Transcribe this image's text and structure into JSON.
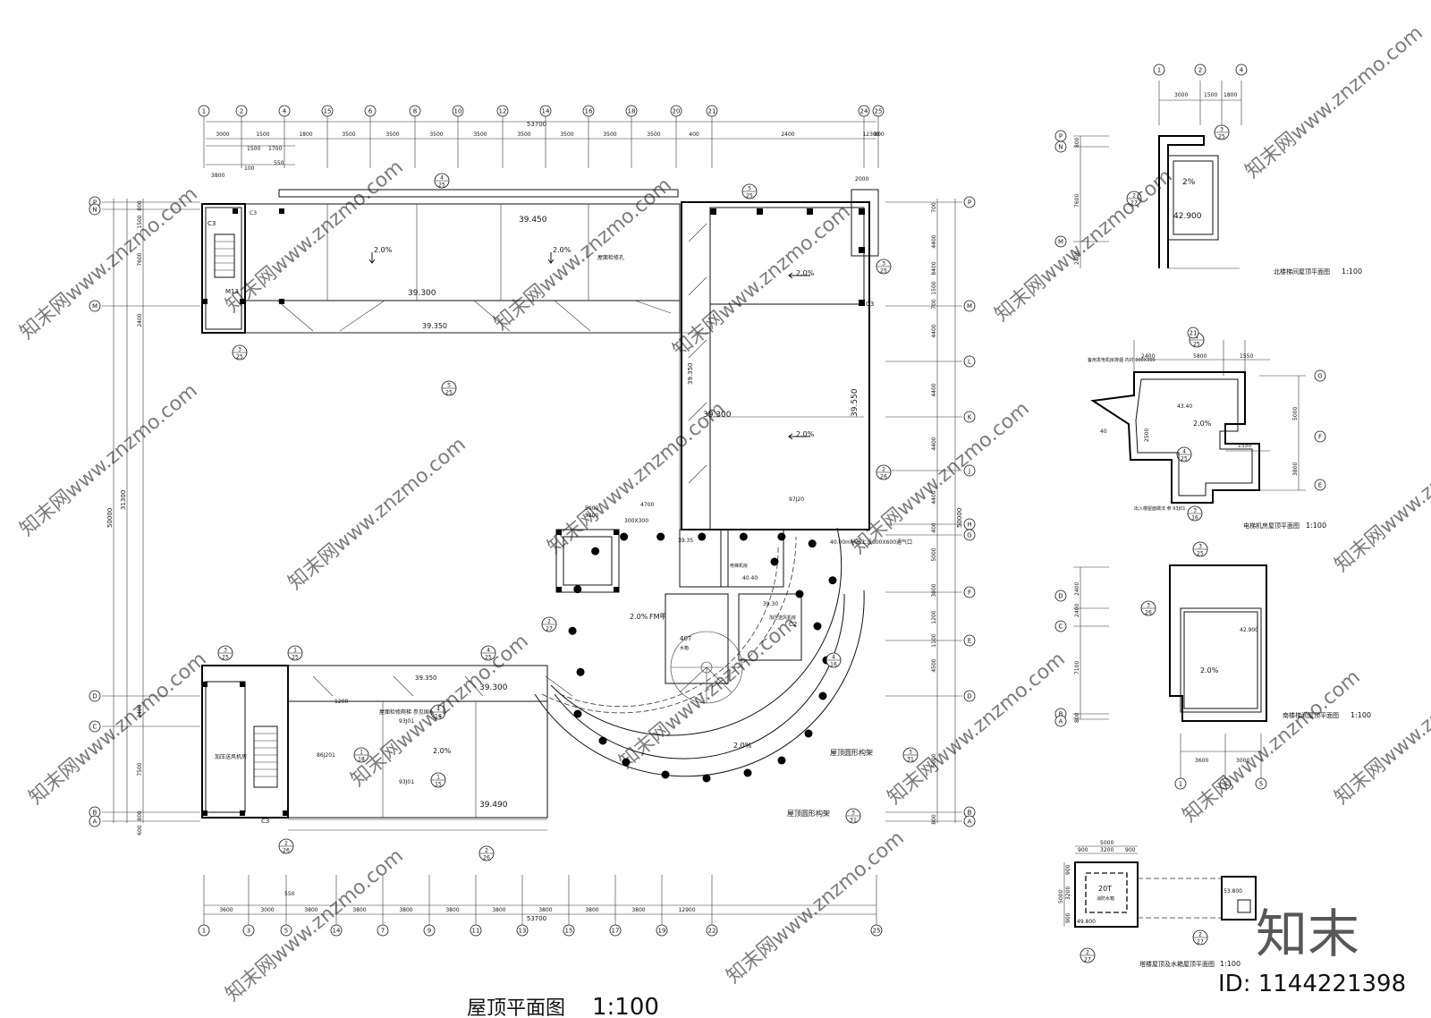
{
  "main_plan": {
    "title": "屋顶平面图",
    "scale": "1:100",
    "top_axes": [
      "1",
      "2",
      "4",
      "15",
      "6",
      "8",
      "10",
      "12",
      "14",
      "16",
      "18",
      "20",
      "21",
      "24",
      "25"
    ],
    "top_dims": [
      "3000",
      "1500",
      "1800",
      "3500",
      "3500",
      "3500",
      "3500",
      "3500",
      "3500",
      "3500",
      "3500",
      "400",
      "2400",
      "12300",
      "800"
    ],
    "top_total": "53700",
    "top_sub_dims": [
      "1500",
      "1700",
      "100",
      "550"
    ],
    "bottom_axes": [
      "1",
      "3",
      "5",
      "14",
      "7",
      "9",
      "11",
      "13",
      "15",
      "17",
      "19",
      "22",
      "25"
    ],
    "bottom_dims": [
      "3600",
      "3000",
      "3800",
      "3800",
      "3800",
      "3800",
      "3800",
      "3800",
      "3800",
      "3800",
      "12900"
    ],
    "bottom_total": "53700",
    "bottom_sub": "550",
    "left_axes": [
      "P",
      "N",
      "M",
      "D",
      "C",
      "B",
      "A"
    ],
    "left_dims": [
      "800",
      "1500",
      "7600",
      "2400",
      "2400",
      "7500",
      "800",
      "600"
    ],
    "left_totals": [
      "50000",
      "31300"
    ],
    "right_axes": [
      "P",
      "M",
      "L",
      "K",
      "J",
      "H",
      "G",
      "F",
      "E",
      "D",
      "B",
      "A"
    ],
    "right_dims": [
      "700",
      "4400",
      "8400",
      "1500",
      "700",
      "4400",
      "4400",
      "4400",
      "4400",
      "400",
      "5000",
      "3800",
      "1200",
      "4500",
      "1100",
      "5000",
      "800"
    ],
    "right_total": "50000",
    "elevations": [
      "39.450",
      "39.300",
      "39.350",
      "39.300",
      "39.550",
      "39.300",
      "39.350",
      "39.300",
      "39.490",
      "39.35",
      "40.40",
      "39.30"
    ],
    "slopes": [
      "2.0%",
      "2.0%",
      "2.0%",
      "2.0%",
      "2.0%",
      "2.0%",
      "2.0%"
    ],
    "labels": {
      "stair_mark": "M13",
      "c3": "C3",
      "c2": "C2",
      "tank": "40T",
      "tank_sub": "水箱",
      "frame1": "屋顶圆形构架",
      "frame2": "屋顶圆形构架",
      "dim3800": "3800",
      "dim2000": "2000",
      "dim5000": "5000",
      "dim4700": "4700",
      "dim3200": "3200",
      "ladder_note": "屋面检修爬梯 参见国标图集",
      "vent_note": "40.00m标高上设600X600通气口",
      "roof_note": "屋面检修孔",
      "vent2": "加压送风机房",
      "j01": "93J01",
      "hj201": "86J201",
      "j20": "97J20",
      "fm": "FM甲",
      "machine": "电梯机房",
      "size300": "300X300",
      "d1200": "1200",
      "ref1": "3/25",
      "ref2": "2/26",
      "ref3": "5/25",
      "ref4": "4/16",
      "ref5": "2/27",
      "ref6": "3/31",
      "ref7": "4/25",
      "ref8": "1/25",
      "ref9": "1/18",
      "ref10": "1/15"
    }
  },
  "north_stair": {
    "title": "北楼梯间屋顶平面图",
    "scale": "1:100",
    "axes_top": [
      "1",
      "2",
      "4"
    ],
    "dims_top": [
      "3000",
      "1500",
      "1800"
    ],
    "axes_left": [
      "P",
      "N",
      "M"
    ],
    "dims_left": [
      "800",
      "7600",
      "2400"
    ],
    "slope": "2%",
    "elev": "42.900",
    "ref": "3/25"
  },
  "elevator_room": {
    "title": "电梯机房屋顶平面图",
    "scale": "1:100",
    "axis_top": "21",
    "dims_top": [
      "2400",
      "5800",
      "1550"
    ],
    "axes_right": [
      "G",
      "F",
      "E"
    ],
    "dims_right": [
      "5000",
      "3800",
      "1550"
    ],
    "dims_left": [
      "2500",
      "40"
    ],
    "slope": "2.0%",
    "elev": "43.40",
    "note1": "备用发电机房排烟 内衬 300X300",
    "note2": "出入楼屋面做法 参 93J01",
    "ref1": "4/25",
    "ref2": "4/25",
    "ref3": "3/16"
  },
  "south_stair": {
    "title": "南楼梯间屋顶平面图",
    "scale": "1:100",
    "axes_left": [
      "D",
      "C",
      "B",
      "A"
    ],
    "dims_left": [
      "2400",
      "2400",
      "7100",
      "800"
    ],
    "axes_bottom": [
      "1",
      "3",
      "5"
    ],
    "dims_bottom": [
      "3600",
      "3000"
    ],
    "slope": "2.0%",
    "elev": "42.900",
    "ref1": "3/25",
    "ref2": "3/26"
  },
  "tank_roof": {
    "title": "塔楼屋顶及水箱屋顶平面图",
    "scale": "1:100",
    "dims_top": [
      "5000",
      "900",
      "3200",
      "900"
    ],
    "dims_left": [
      "5000",
      "900",
      "3200",
      "900"
    ],
    "tank": "20T",
    "tank_sub": "消防水箱",
    "elev1": "49.800",
    "elev2": "53.800",
    "ref1": "2/27",
    "ref2": "2/27"
  },
  "watermarks": {
    "text": "知末网www.znzmo.com",
    "logo": "知末",
    "id": "ID: 1144221398"
  }
}
